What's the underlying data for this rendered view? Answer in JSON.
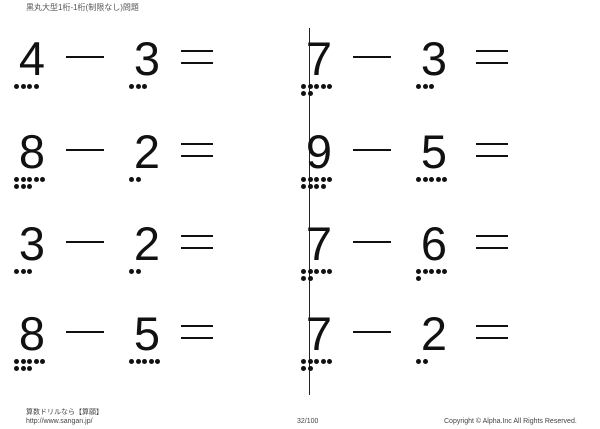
{
  "header": {
    "title": "黒丸大型1桁-1桁(制限なし)問題"
  },
  "problems": [
    {
      "a": "4",
      "b": "3"
    },
    {
      "a": "7",
      "b": "3"
    },
    {
      "a": "8",
      "b": "2"
    },
    {
      "a": "9",
      "b": "5"
    },
    {
      "a": "3",
      "b": "2"
    },
    {
      "a": "7",
      "b": "6"
    },
    {
      "a": "8",
      "b": "5"
    },
    {
      "a": "7",
      "b": "2"
    }
  ],
  "footer": {
    "brand": "算数ドリルなら【算願】",
    "url": "http://www.sangan.jp/",
    "page": "32/100",
    "copyright": "Copyright © Alpha.Inc All Rights Reserved."
  }
}
